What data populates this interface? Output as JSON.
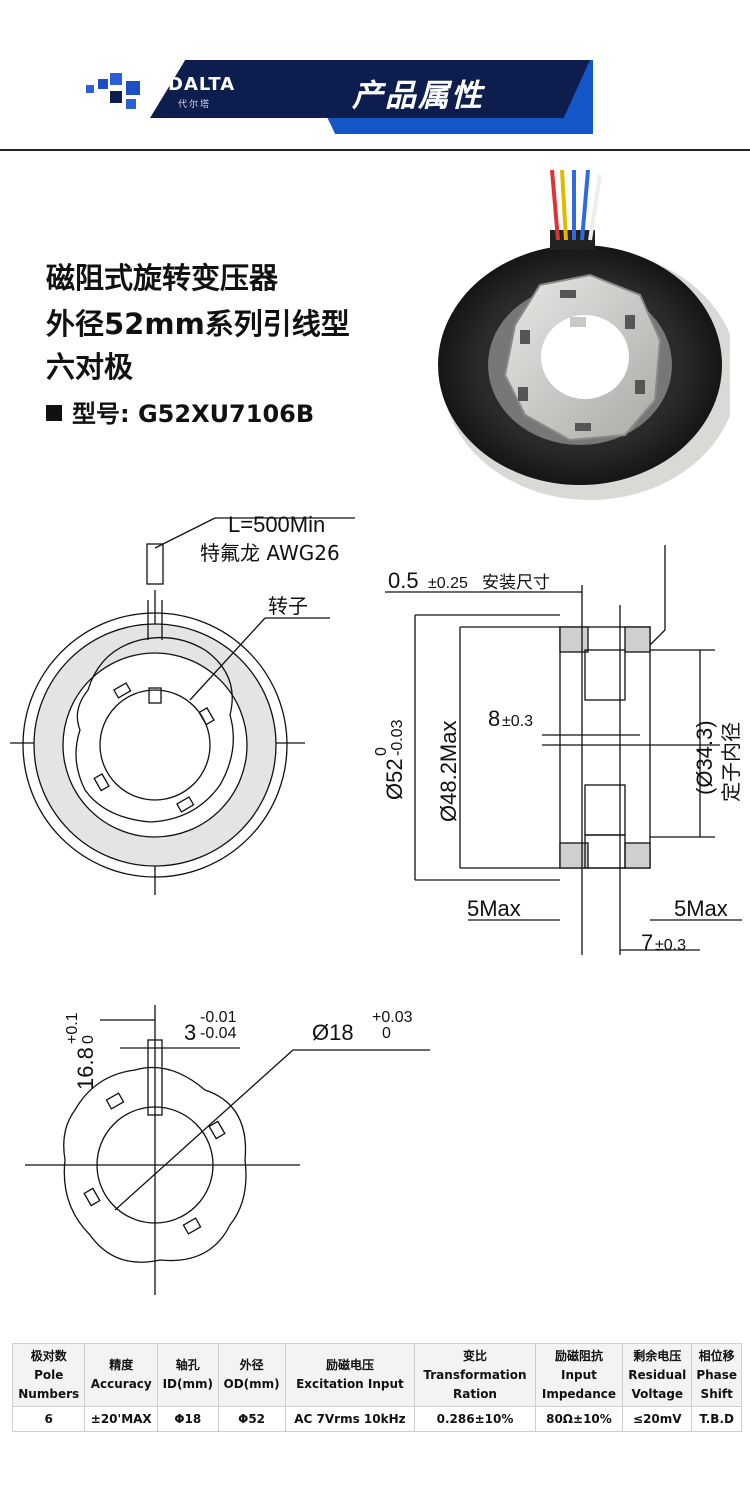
{
  "header": {
    "logo": "DALTA",
    "logo_sub": "代尔塔",
    "title": "产品属性"
  },
  "product": {
    "title_lines": [
      "磁阻式旋转变压器",
      "外径52mm系列引线型",
      "六对极"
    ],
    "model_label": "型号:",
    "model": "G52XU7106B"
  },
  "drawing": {
    "lead_length": "L=500Min",
    "lead_wire": "特氟龙 AWG26",
    "rotor": "转子",
    "mount_dim": "0.5",
    "mount_tol": "±0.25",
    "mount_text": "安装尺寸",
    "od_symbol": "Ø52",
    "od_tol_upper": "0",
    "od_tol_lower": "-0.03",
    "inner_od": "Ø48.2Max",
    "width_dim": "8",
    "width_tol": "±0.3",
    "stator_id": "(Ø34.3)",
    "stator_id_label": "定子内径",
    "max_left": "5Max",
    "max_right": "5Max",
    "thickness": "7",
    "thickness_tol": "±0.3",
    "key_depth": "16.8",
    "key_depth_tol_upper": "+0.1",
    "key_depth_tol_lower": "0",
    "key_width": "3",
    "key_width_tol_upper": "-0.01",
    "key_width_tol_lower": "-0.04",
    "bore": "Ø18",
    "bore_tol_upper": "+0.03",
    "bore_tol_lower": "0"
  },
  "spec_table": {
    "headers": [
      [
        "极对数",
        "Pole",
        "Numbers"
      ],
      [
        "精度",
        "Accuracy"
      ],
      [
        "轴孔",
        "ID(mm)"
      ],
      [
        "外径",
        "OD(mm)"
      ],
      [
        "励磁电压",
        "Excitation Input"
      ],
      [
        "变比",
        "Transformation",
        "Ration"
      ],
      [
        "励磁阻抗",
        "Input",
        "Impedance"
      ],
      [
        "剩余电压",
        "Residual",
        "Voltage"
      ],
      [
        "相位移",
        "Phase",
        "Shift"
      ]
    ],
    "row": [
      "6",
      "±20'MAX",
      "Φ18",
      "Φ52",
      "AC 7Vrms 10kHz",
      "0.286±10%",
      "80Ω±10%",
      "≤20mV",
      "T.B.D"
    ]
  },
  "colors": {
    "banner_dark": "#0d1d4d",
    "banner_blue": "#1556c9",
    "logo_blocks": "#2a5fd6"
  }
}
